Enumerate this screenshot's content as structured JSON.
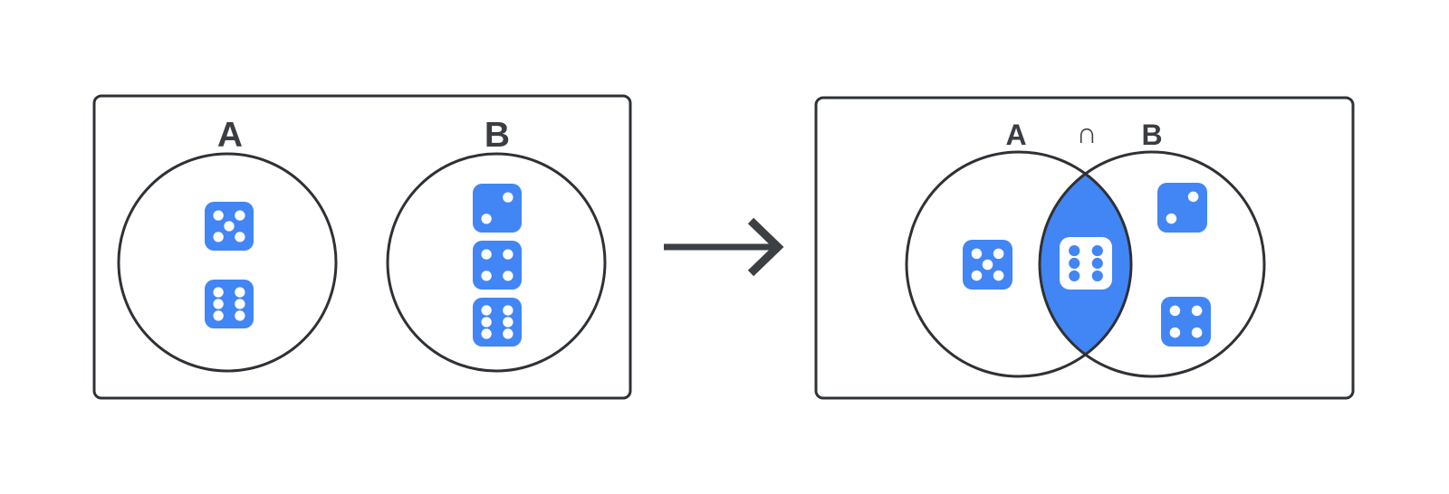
{
  "colors": {
    "background": "#FFFFFF",
    "ink": "#2E3135",
    "label_ink": "#3A3D42",
    "arrow": "#3C4043",
    "die_blue": "#4285F4",
    "die_white": "#FFFFFF",
    "pip_white": "#FFFFFF",
    "pip_blue": "#4285F4",
    "intersection_fill": "#4285F4"
  },
  "before_panel": {
    "set_a": {
      "label": "A",
      "dice": [
        5,
        6
      ]
    },
    "set_b": {
      "label": "B",
      "dice": [
        2,
        4,
        6
      ]
    }
  },
  "after_panel": {
    "labels": {
      "set_a": "A",
      "intersection": "∩",
      "set_b": "B"
    },
    "a_only_dice": [
      5
    ],
    "intersection_dice": [
      6
    ],
    "b_only_dice": [
      2,
      4
    ]
  }
}
